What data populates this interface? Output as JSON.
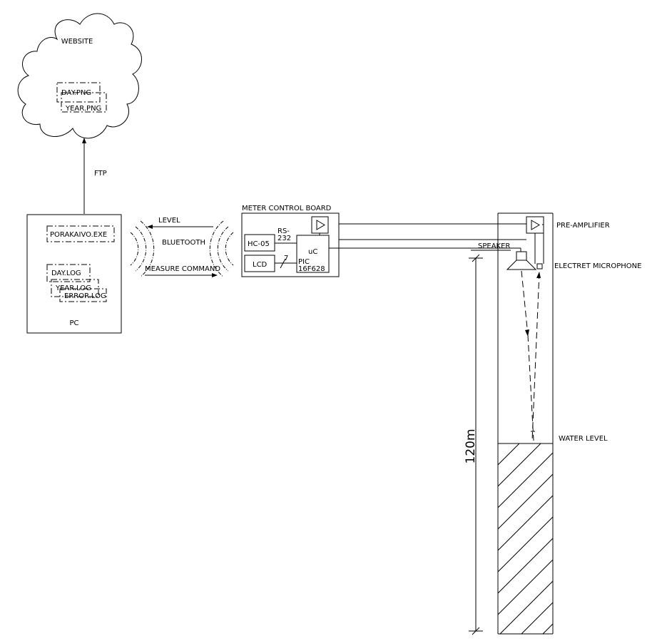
{
  "website": {
    "title": "WEBSITE",
    "files": [
      "DAY.PNG",
      "YEAR.PNG"
    ]
  },
  "link_ftp": "FTP",
  "pc": {
    "title": "PC",
    "program": "PORAKAIVO.EXE",
    "logs": [
      "DAY.LOG",
      "YEAR.LOG",
      "ERROR.LOG"
    ]
  },
  "link": {
    "level": "LEVEL",
    "bluetooth": "BLUETOOTH",
    "measure": "MEASURE COMMAND"
  },
  "board": {
    "title": "METER CONTROL BOARD",
    "hc05": "HC-05",
    "rs232": "RS-",
    "rs232b": "232",
    "lcd": "LCD",
    "bus_width": "7",
    "uc": "uC",
    "pic": "PIC",
    "pic_model": "16F628"
  },
  "well": {
    "pre_amplifier": "PRE-AMPLIFIER",
    "speaker": "SPEAKER",
    "microphone": "ELECTRET MICROPHONE",
    "water_level": "WATER LEVEL",
    "depth": "120m"
  },
  "colors": {
    "ink": "#000000",
    "paper": "#ffffff"
  }
}
